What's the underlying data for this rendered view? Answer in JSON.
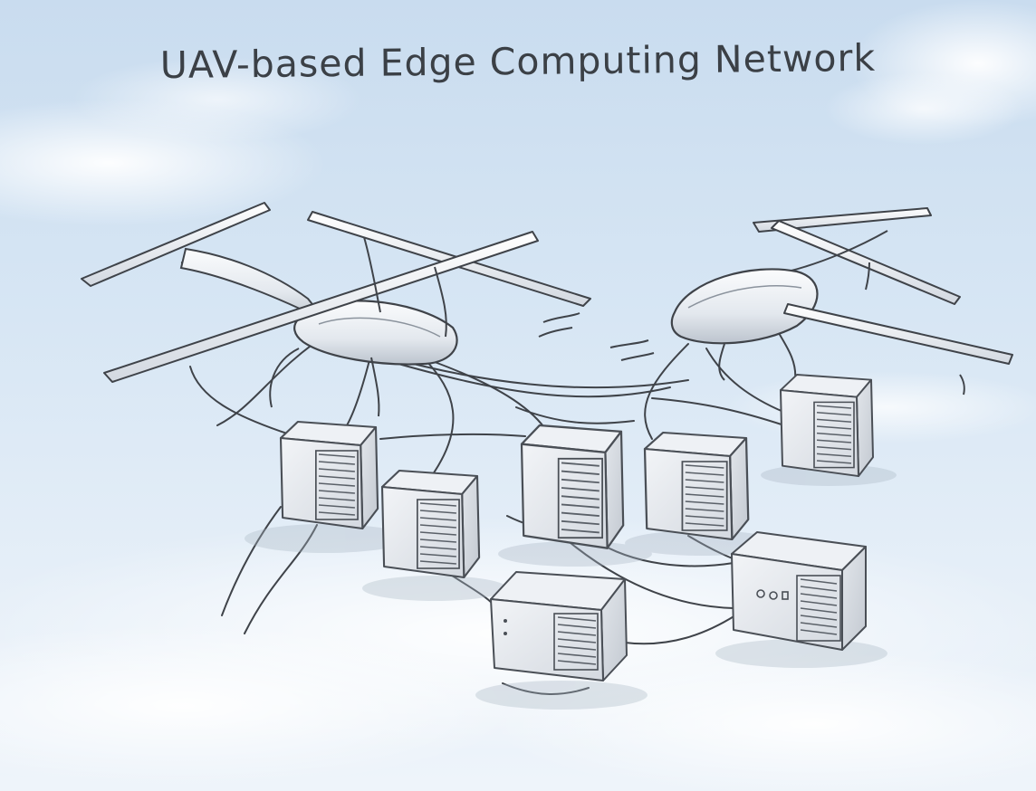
{
  "diagram": {
    "title": "UAV-based Edge Computing Network"
  },
  "drone": {
    "left": "left UAV",
    "right": "right UAV"
  },
  "colors": {
    "sky_top": "#c9dcef",
    "sky_bottom": "#eef4fa",
    "ink": "#3f4349",
    "body_light": "#f4f6f9",
    "body_shade": "#cfd5dd"
  },
  "icons": {
    "drone": "uav-drone",
    "server": "edge-server-box",
    "link": "cable-connection"
  }
}
